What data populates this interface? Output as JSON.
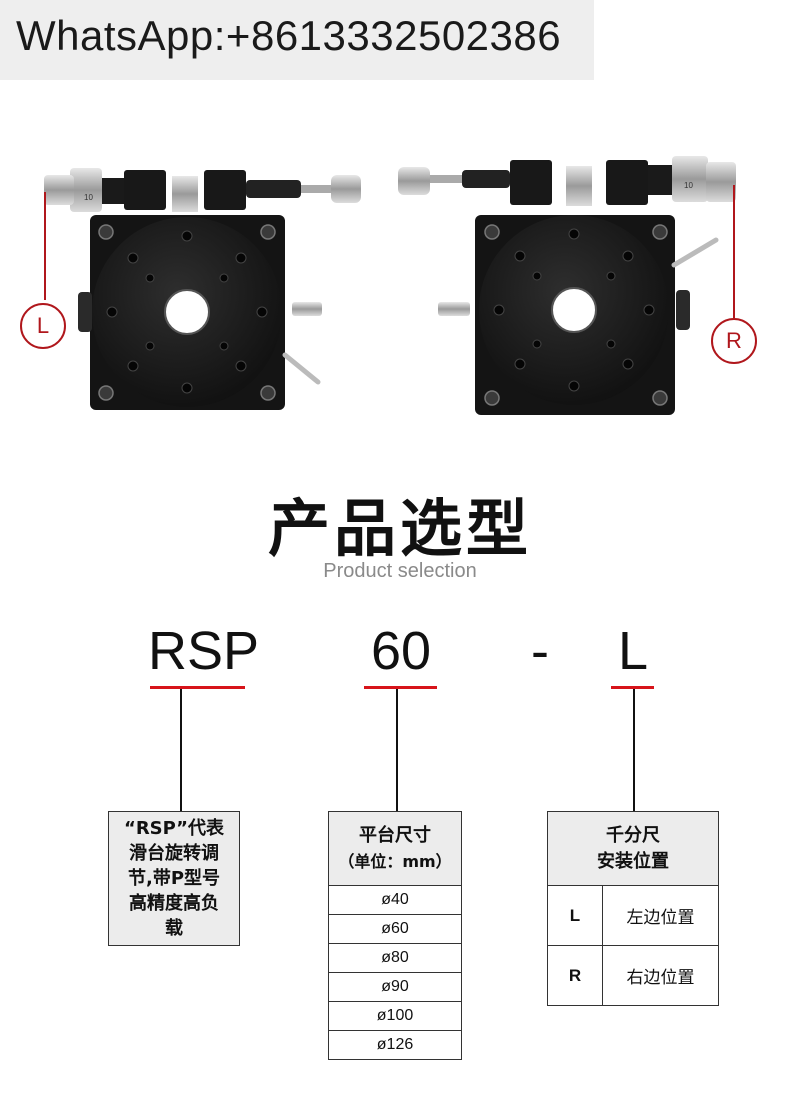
{
  "banner": {
    "whatsapp": "WhatsApp:+8613332502386"
  },
  "photos": {
    "left_label": "L",
    "right_label": "R",
    "micrometer_scale_left": "10",
    "micrometer_scale_right": "10"
  },
  "heading": {
    "title_cn": "产品选型",
    "title_en": "Product selection"
  },
  "code": {
    "part1": "RSP",
    "part2": "60",
    "separator": "-",
    "part3": "L"
  },
  "desc_rsp": {
    "lines": [
      "“RSP”代表",
      "滑台旋转调",
      "节,带P型号",
      "高精度高负",
      "载"
    ]
  },
  "size_table": {
    "header_line1": "平台尺寸",
    "header_line2": "（单位：mm）",
    "sizes": [
      "ø40",
      "ø60",
      "ø80",
      "ø90",
      "ø100",
      "ø126"
    ]
  },
  "mount_table": {
    "header_line1": "千分尺",
    "header_line2": "安装位置",
    "rows": [
      {
        "key": "L",
        "value": "左边位置"
      },
      {
        "key": "R",
        "value": "右边位置"
      }
    ]
  },
  "colors": {
    "accent_red": "#d7141a",
    "badge_red": "#b0171c",
    "box_fill": "#ececec"
  }
}
